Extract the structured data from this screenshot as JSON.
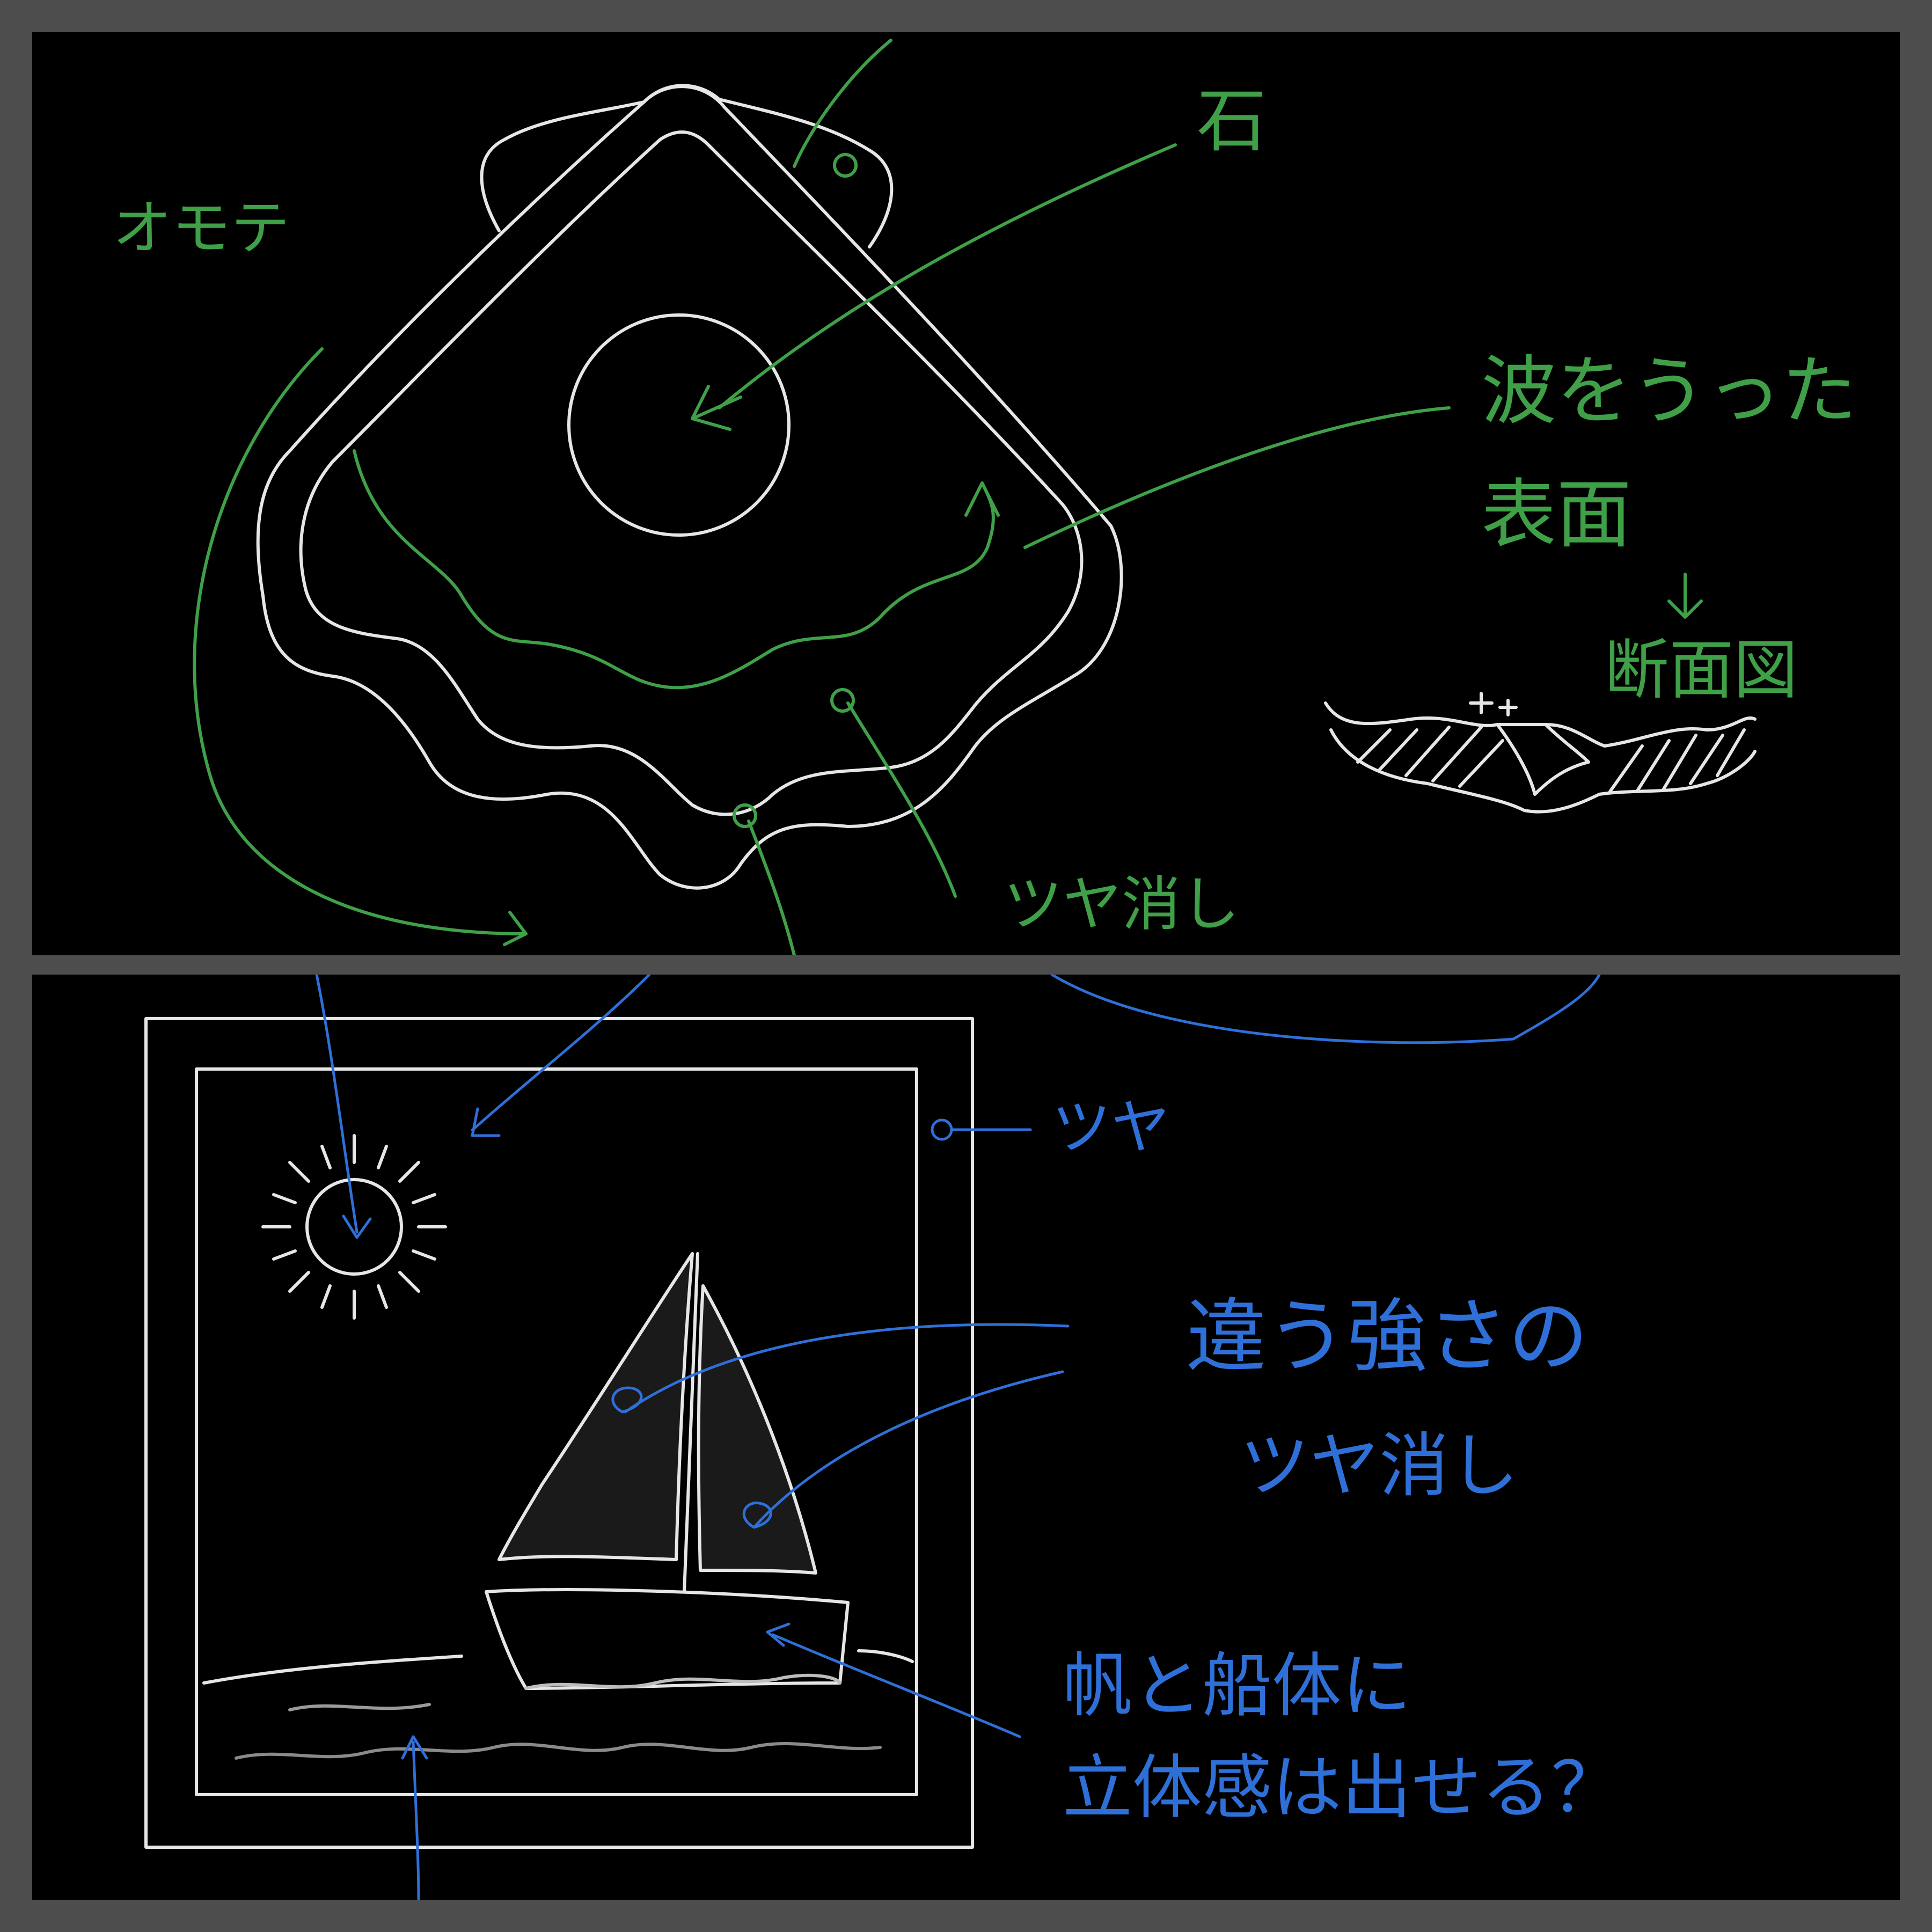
{
  "top_panel": {
    "annotations": {
      "front": "オモテ",
      "stone": "石",
      "wave_surface_line1": "波をうった",
      "wave_surface_line2": "表面",
      "cross_section": "断面図",
      "matte": "ツヤ消し"
    },
    "colors": {
      "annotation": "#3fa048",
      "sketch": "#e6e6e6"
    }
  },
  "bottom_panel": {
    "annotations": {
      "gloss": "ツヤ",
      "different_matte_line1": "違う強さの",
      "different_matte_line2": "ツヤ消し",
      "question_line1": "帆と船体に",
      "question_line2": "立体感は出せる？"
    },
    "colors": {
      "annotation": "#2f6fd8",
      "sketch": "#e6e6e6"
    }
  }
}
